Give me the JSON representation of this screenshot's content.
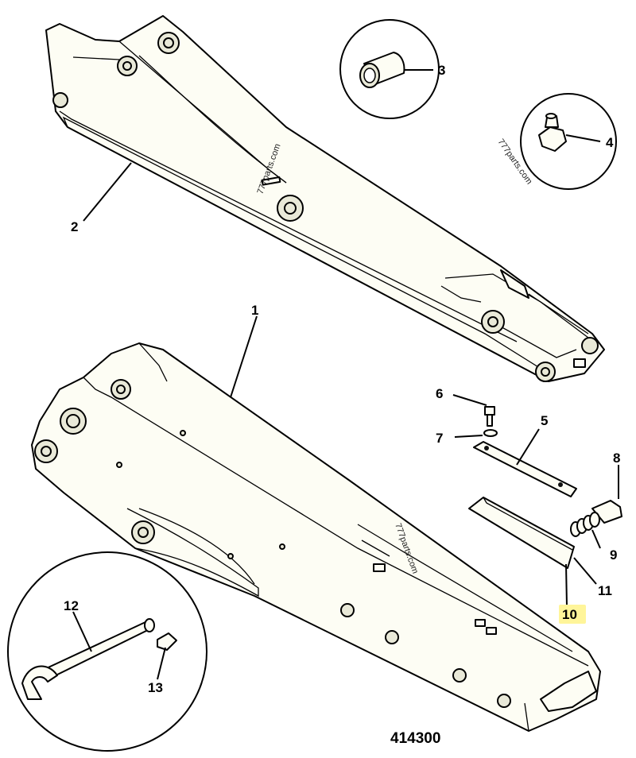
{
  "diagram": {
    "drawing_number": "414300",
    "watermark": "777parts.com",
    "highlight_color": "#fff59a",
    "callouts": [
      {
        "label": "1"
      },
      {
        "label": "2"
      },
      {
        "label": "3"
      },
      {
        "label": "4"
      },
      {
        "label": "5"
      },
      {
        "label": "6"
      },
      {
        "label": "7"
      },
      {
        "label": "8"
      },
      {
        "label": "9"
      },
      {
        "label": "10",
        "highlighted": true
      },
      {
        "label": "11"
      },
      {
        "label": "12"
      },
      {
        "label": "13"
      }
    ]
  }
}
